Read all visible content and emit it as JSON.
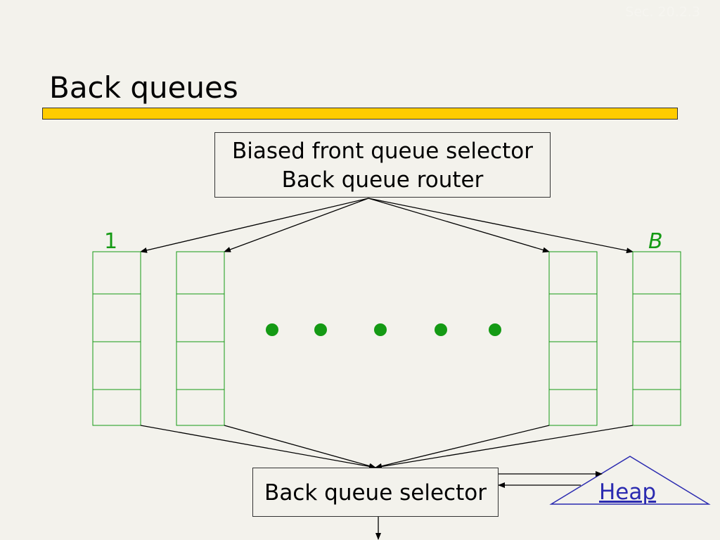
{
  "header": {
    "section_ref": "Sec. 20.2.3",
    "title": "Back queues"
  },
  "diagram": {
    "router": {
      "line1": "Biased front queue selector",
      "line2": "Back queue router"
    },
    "selector": {
      "label": "Back queue selector"
    },
    "heap": {
      "label": "Heap"
    },
    "queues": {
      "first_label": "1",
      "last_label": "B",
      "count_drawn": 4,
      "slots_per_queue": 4,
      "ellipsis_dots": 5
    },
    "colors": {
      "title_bar": "#ffcc00",
      "queue_outline": "#149a14",
      "queue_label": "#149a14",
      "ellipsis": "#149a14",
      "heap": "#2b2bb0",
      "arrows": "#000000"
    }
  }
}
